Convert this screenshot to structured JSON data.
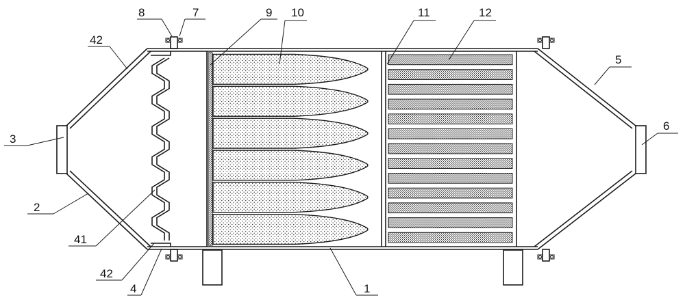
{
  "labels": {
    "l1": "1",
    "l2": "2",
    "l3": "3",
    "l4": "4",
    "l5": "5",
    "l6": "6",
    "l7": "7",
    "l8": "8",
    "l9": "9",
    "l10": "10",
    "l11": "11",
    "l12": "12",
    "l41": "41",
    "l42_top": "42",
    "l42_bottom": "42"
  },
  "counts": {
    "filter_bags": 6,
    "filter_plates": 13,
    "zigzag_teeth": 12
  },
  "colors": {
    "line": "#1a1a1a",
    "background": "#ffffff"
  }
}
